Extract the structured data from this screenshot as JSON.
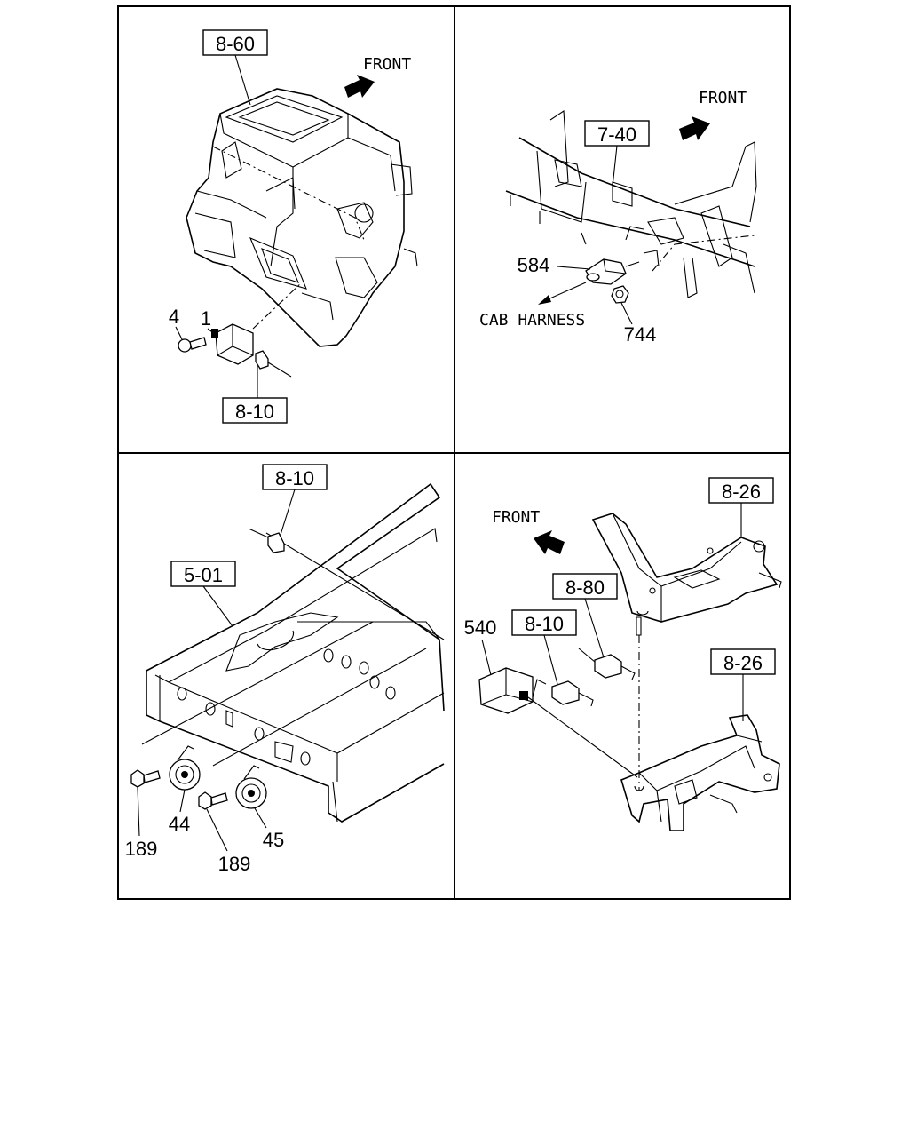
{
  "panels": {
    "top_left": {
      "ref_heater": "8-60",
      "front": "FRONT",
      "part_1": "1",
      "part_4": "4",
      "ref_harness": "8-10"
    },
    "top_right": {
      "front": "FRONT",
      "ref_crossmember": "7-40",
      "part_584": "584",
      "cab_harness": "CAB HARNESS",
      "part_744": "744"
    },
    "bottom_left": {
      "ref_harness": "8-10",
      "ref_frame": "5-01",
      "part_44": "44",
      "part_45": "45",
      "bolt_left": "189",
      "bolt_right": "189"
    },
    "bottom_right": {
      "front": "FRONT",
      "ref_bracket_top": "8-26",
      "ref_bracket_bottom": "8-26",
      "ref_80": "8-80",
      "ref_harness": "8-10",
      "part_540": "540"
    }
  }
}
